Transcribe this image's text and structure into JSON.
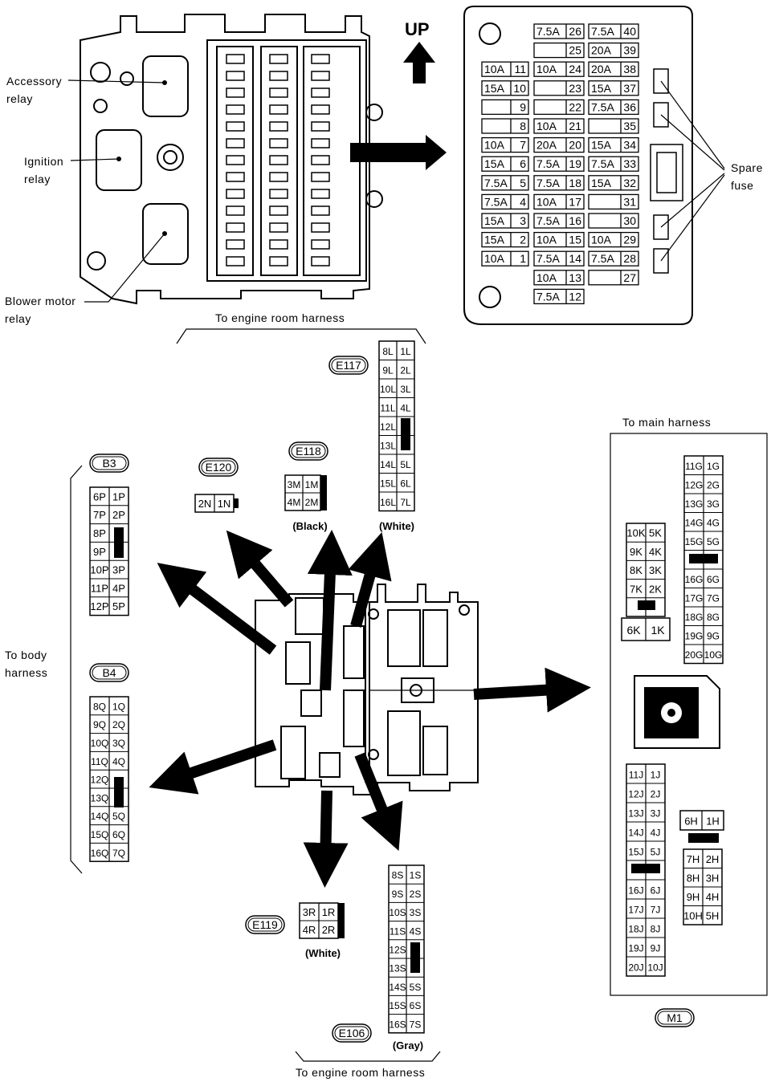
{
  "up_label": "UP",
  "relays": {
    "accessory": [
      "Accessory",
      "relay"
    ],
    "ignition": [
      "Ignition",
      "relay"
    ],
    "blower": [
      "Blower motor",
      "relay"
    ]
  },
  "spare_fuse": [
    "Spare",
    "fuse"
  ],
  "fuse_box": {
    "col1": [
      {
        "a": "10A",
        "n": "11"
      },
      {
        "a": "15A",
        "n": "10"
      },
      {
        "a": "",
        "n": "9"
      },
      {
        "a": "",
        "n": "8"
      },
      {
        "a": "10A",
        "n": "7"
      },
      {
        "a": "15A",
        "n": "6"
      },
      {
        "a": "7.5A",
        "n": "5"
      },
      {
        "a": "7.5A",
        "n": "4"
      },
      {
        "a": "15A",
        "n": "3"
      },
      {
        "a": "15A",
        "n": "2"
      },
      {
        "a": "10A",
        "n": "1"
      }
    ],
    "col2": [
      {
        "a": "7.5A",
        "n": "26"
      },
      {
        "a": "",
        "n": "25"
      },
      {
        "a": "10A",
        "n": "24"
      },
      {
        "a": "",
        "n": "23"
      },
      {
        "a": "",
        "n": "22"
      },
      {
        "a": "10A",
        "n": "21"
      },
      {
        "a": "20A",
        "n": "20"
      },
      {
        "a": "7.5A",
        "n": "19"
      },
      {
        "a": "7.5A",
        "n": "18"
      },
      {
        "a": "10A",
        "n": "17"
      },
      {
        "a": "7.5A",
        "n": "16"
      },
      {
        "a": "10A",
        "n": "15"
      },
      {
        "a": "7.5A",
        "n": "14"
      },
      {
        "a": "10A",
        "n": "13"
      },
      {
        "a": "7.5A",
        "n": "12"
      }
    ],
    "col3": [
      {
        "a": "7.5A",
        "n": "40"
      },
      {
        "a": "20A",
        "n": "39"
      },
      {
        "a": "20A",
        "n": "38"
      },
      {
        "a": "15A",
        "n": "37"
      },
      {
        "a": "7.5A",
        "n": "36"
      },
      {
        "a": "",
        "n": "35"
      },
      {
        "a": "15A",
        "n": "34"
      },
      {
        "a": "7.5A",
        "n": "33"
      },
      {
        "a": "15A",
        "n": "32"
      },
      {
        "a": "",
        "n": "31"
      },
      {
        "a": "",
        "n": "30"
      },
      {
        "a": "10A",
        "n": "29"
      },
      {
        "a": "7.5A",
        "n": "28"
      },
      {
        "a": "",
        "n": "27"
      }
    ]
  },
  "harness_labels": {
    "engine_top": "To engine room harness",
    "engine_bottom": "To engine room harness",
    "main": "To main harness",
    "body": [
      "To body",
      "harness"
    ]
  },
  "connectors": {
    "E117": {
      "name": "E117",
      "color": "(White)",
      "rows": [
        [
          "8L",
          "1L"
        ],
        [
          "9L",
          "2L"
        ],
        [
          "10L",
          "3L"
        ],
        [
          "11L",
          "4L"
        ],
        [
          "12L",
          ""
        ],
        [
          "13L",
          ""
        ],
        [
          "14L",
          "5L"
        ],
        [
          "15L",
          "6L"
        ],
        [
          "16L",
          "7L"
        ]
      ]
    },
    "E118": {
      "name": "E118",
      "color": "(Black)",
      "rows": [
        [
          "3M",
          "1M"
        ],
        [
          "4M",
          "2M"
        ]
      ]
    },
    "E120": {
      "name": "E120",
      "rows": [
        [
          "2N",
          "1N"
        ]
      ]
    },
    "E119": {
      "name": "E119",
      "color": "(White)",
      "rows": [
        [
          "3R",
          "1R"
        ],
        [
          "4R",
          "2R"
        ]
      ]
    },
    "E106": {
      "name": "E106",
      "color": "(Gray)",
      "rows": [
        [
          "8S",
          "1S"
        ],
        [
          "9S",
          "2S"
        ],
        [
          "10S",
          "3S"
        ],
        [
          "11S",
          "4S"
        ],
        [
          "12S",
          ""
        ],
        [
          "13S",
          ""
        ],
        [
          "14S",
          "5S"
        ],
        [
          "15S",
          "6S"
        ],
        [
          "16S",
          "7S"
        ]
      ]
    },
    "B3": {
      "name": "B3",
      "rows": [
        [
          "6P",
          "1P"
        ],
        [
          "7P",
          "2P"
        ],
        [
          "8P",
          ""
        ],
        [
          "9P",
          ""
        ],
        [
          "10P",
          "3P"
        ],
        [
          "11P",
          "4P"
        ],
        [
          "12P",
          "5P"
        ]
      ]
    },
    "B4": {
      "name": "B4",
      "rows": [
        [
          "8Q",
          "1Q"
        ],
        [
          "9Q",
          "2Q"
        ],
        [
          "10Q",
          "3Q"
        ],
        [
          "11Q",
          "4Q"
        ],
        [
          "12Q",
          ""
        ],
        [
          "13Q",
          ""
        ],
        [
          "14Q",
          "5Q"
        ],
        [
          "15Q",
          "6Q"
        ],
        [
          "16Q",
          "7Q"
        ]
      ]
    },
    "M1": {
      "name": "M1",
      "K": [
        [
          "10K",
          "5K"
        ],
        [
          "9K",
          "4K"
        ],
        [
          "8K",
          "3K"
        ],
        [
          "7K",
          "2K"
        ],
        [
          "",
          ""
        ],
        [
          "6K",
          "1K"
        ]
      ],
      "G": [
        [
          "11G",
          "1G"
        ],
        [
          "12G",
          "2G"
        ],
        [
          "13G",
          "3G"
        ],
        [
          "14G",
          "4G"
        ],
        [
          "15G",
          "5G"
        ],
        [
          "",
          ""
        ],
        [
          "16G",
          "6G"
        ],
        [
          "17G",
          "7G"
        ],
        [
          "18G",
          "8G"
        ],
        [
          "19G",
          "9G"
        ],
        [
          "20G",
          "10G"
        ]
      ],
      "J": [
        [
          "11J",
          "1J"
        ],
        [
          "12J",
          "2J"
        ],
        [
          "13J",
          "3J"
        ],
        [
          "14J",
          "4J"
        ],
        [
          "15J",
          "5J"
        ],
        [
          "",
          ""
        ],
        [
          "16J",
          "6J"
        ],
        [
          "17J",
          "7J"
        ],
        [
          "18J",
          "8J"
        ],
        [
          "19J",
          "9J"
        ],
        [
          "20J",
          "10J"
        ]
      ],
      "H": [
        [
          "6H",
          "1H"
        ],
        [
          "",
          ""
        ],
        [
          "7H",
          "2H"
        ],
        [
          "8H",
          "3H"
        ],
        [
          "9H",
          "4H"
        ],
        [
          "10H",
          "5H"
        ]
      ]
    }
  }
}
